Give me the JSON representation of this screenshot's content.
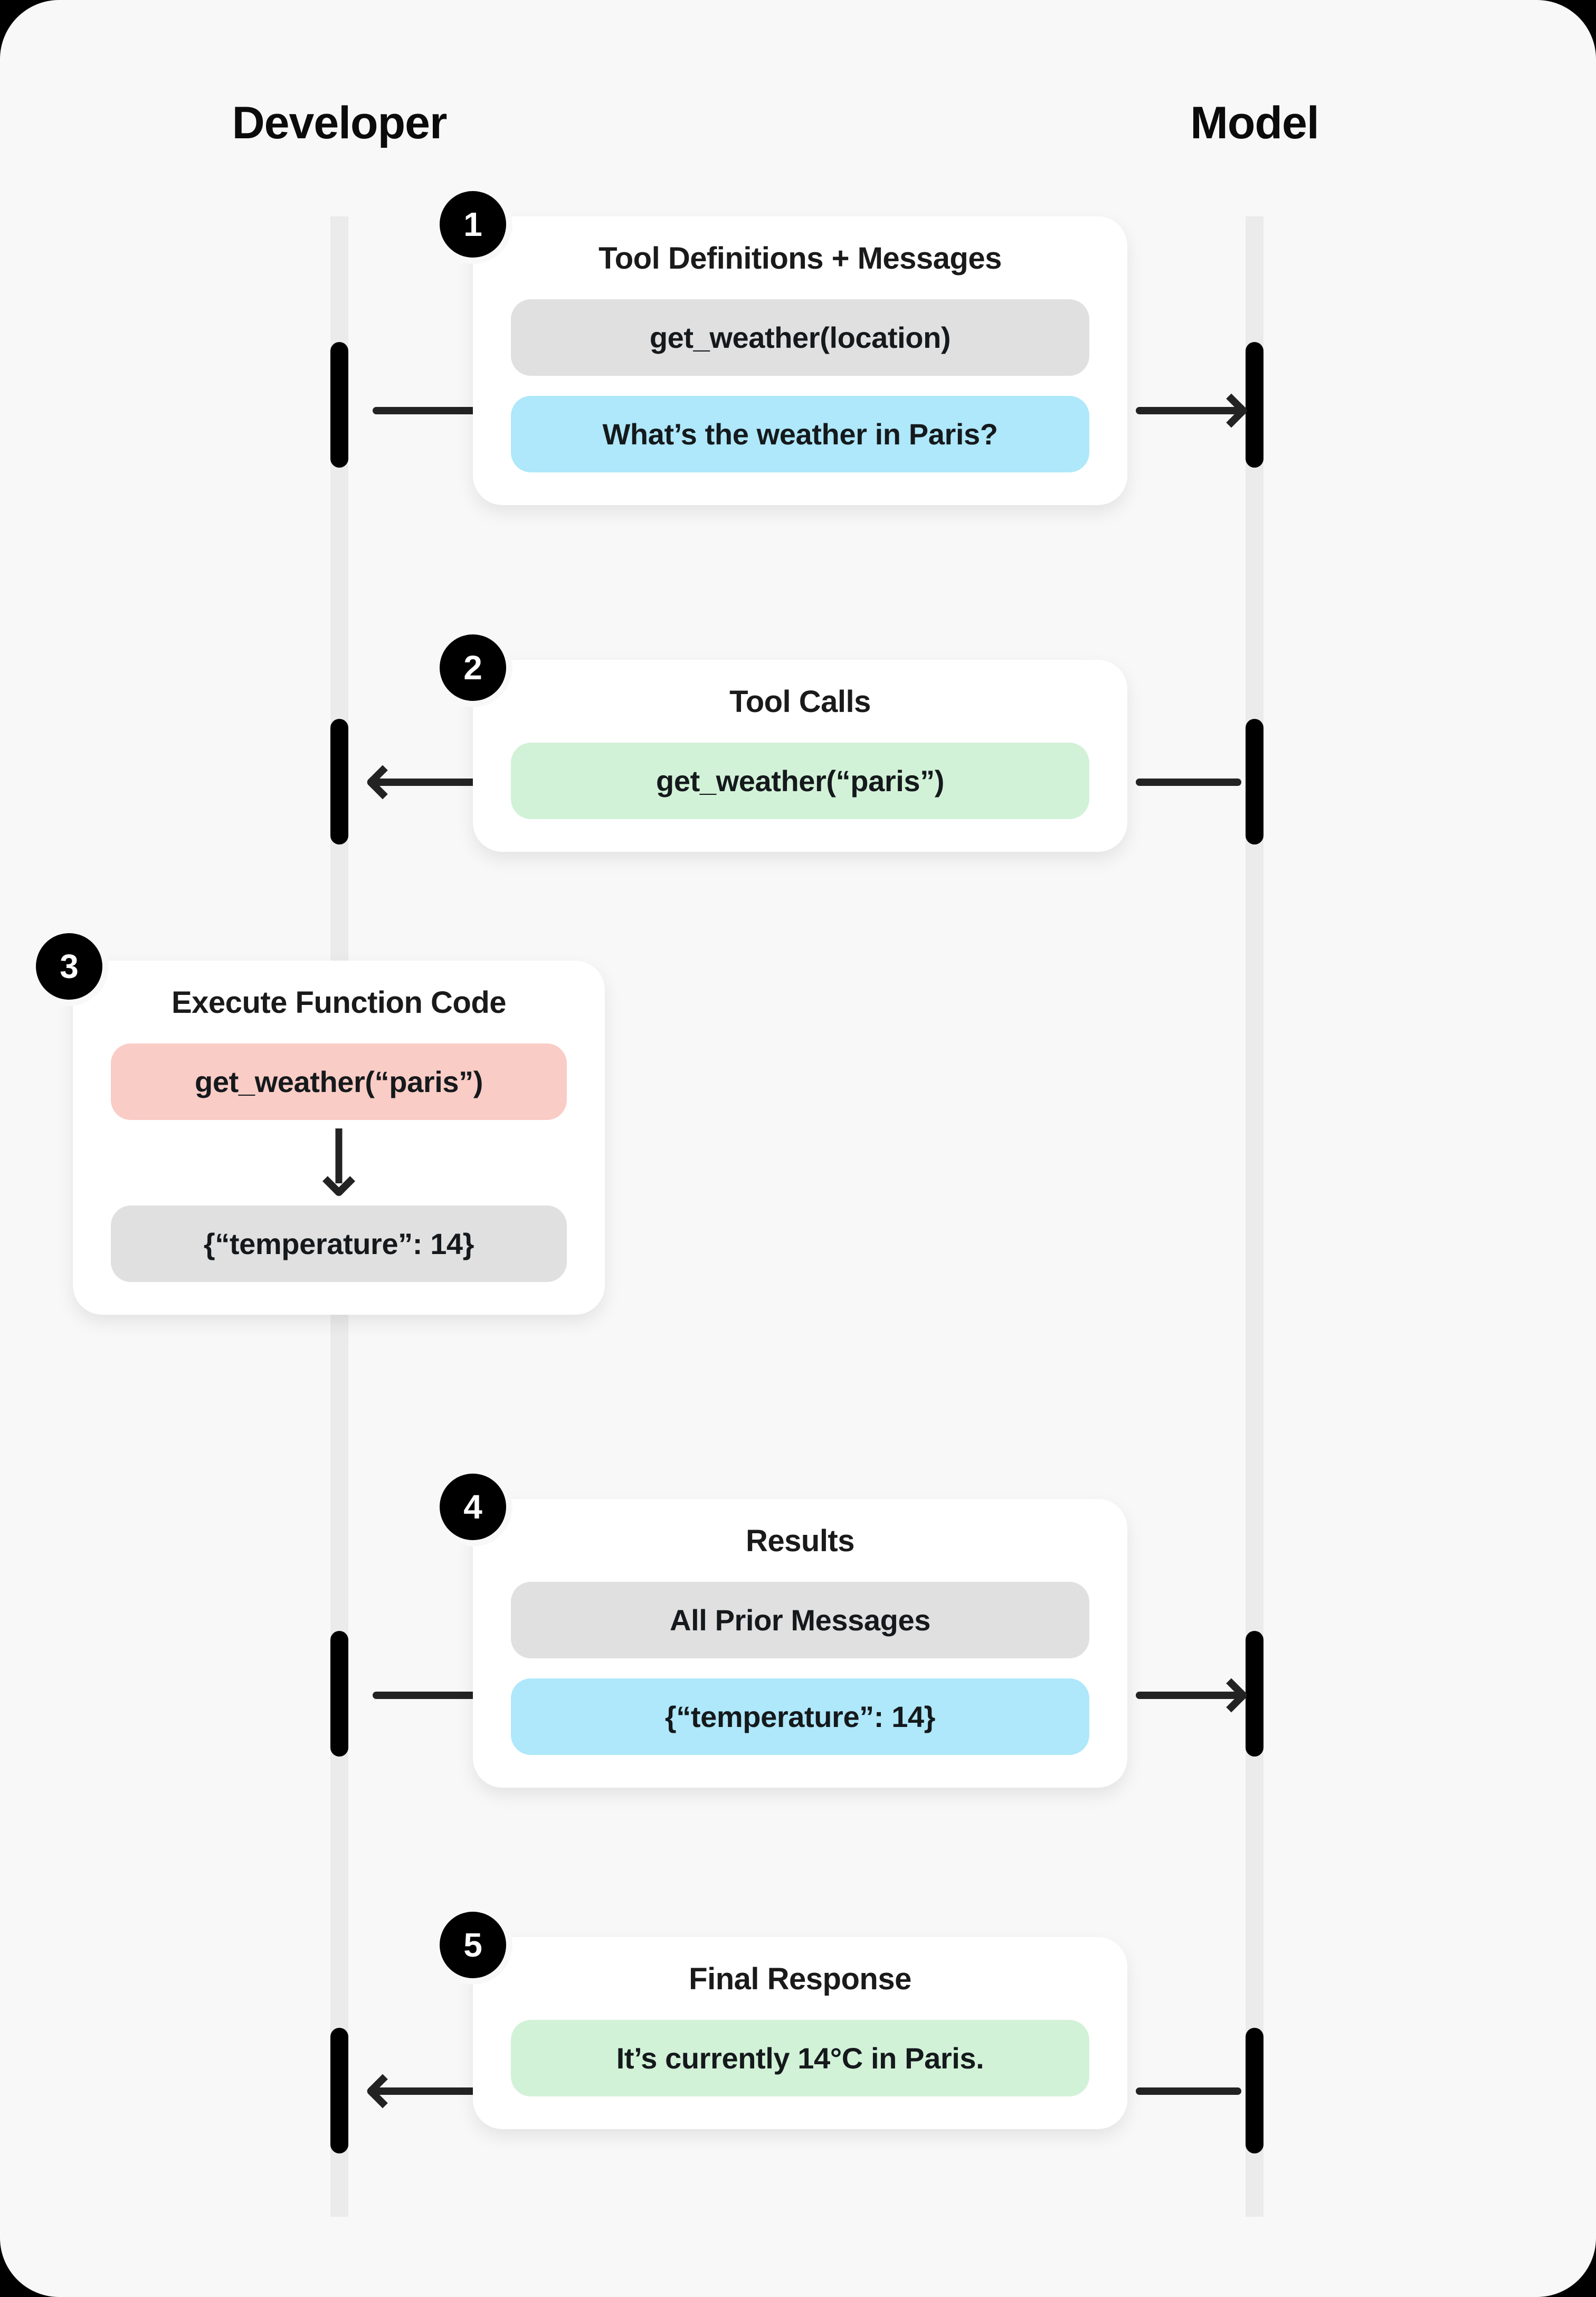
{
  "theme": {
    "page_background": "#000000",
    "canvas_background": "#F8F8F8",
    "card_background": "#FFFFFF",
    "lifeline_color": "#EBEBEB",
    "activation_color": "#000000",
    "arrow_color": "#232323",
    "badge_background": "#000000",
    "badge_text": "#FFFFFF",
    "pill_gray": "#E0E0E0",
    "pill_blue": "#AEE8FA",
    "pill_green": "#D2F2D8",
    "pill_pink": "#FACCC6",
    "text_color": "#15191C"
  },
  "actors": {
    "left": "Developer",
    "right": "Model"
  },
  "steps": [
    {
      "number": "1",
      "title": "Tool Definitions + Messages",
      "direction": "developer-to-model",
      "pills": [
        {
          "label": "get_weather(location)",
          "color": "gray"
        },
        {
          "label": "What’s the weather in Paris?",
          "color": "blue"
        }
      ]
    },
    {
      "number": "2",
      "title": "Tool Calls",
      "direction": "model-to-developer",
      "pills": [
        {
          "label": "get_weather(“paris”)",
          "color": "green"
        }
      ]
    },
    {
      "number": "3",
      "title": "Execute Function Code",
      "direction": "developer-internal",
      "pills": [
        {
          "label": "get_weather(“paris”)",
          "color": "pink"
        },
        {
          "label": "{“temperature”: 14}",
          "color": "gray"
        }
      ],
      "has_down_arrow": true
    },
    {
      "number": "4",
      "title": "Results",
      "direction": "developer-to-model",
      "pills": [
        {
          "label": "All Prior Messages",
          "color": "gray"
        },
        {
          "label": "{“temperature”: 14}",
          "color": "blue"
        }
      ]
    },
    {
      "number": "5",
      "title": "Final Response",
      "direction": "model-to-developer",
      "pills": [
        {
          "label": "It’s currently 14°C in Paris.",
          "color": "green"
        }
      ]
    }
  ],
  "icons": {
    "arrow_right": "arrow-right-icon",
    "arrow_left": "arrow-left-icon",
    "arrow_down": "arrow-down-icon"
  }
}
